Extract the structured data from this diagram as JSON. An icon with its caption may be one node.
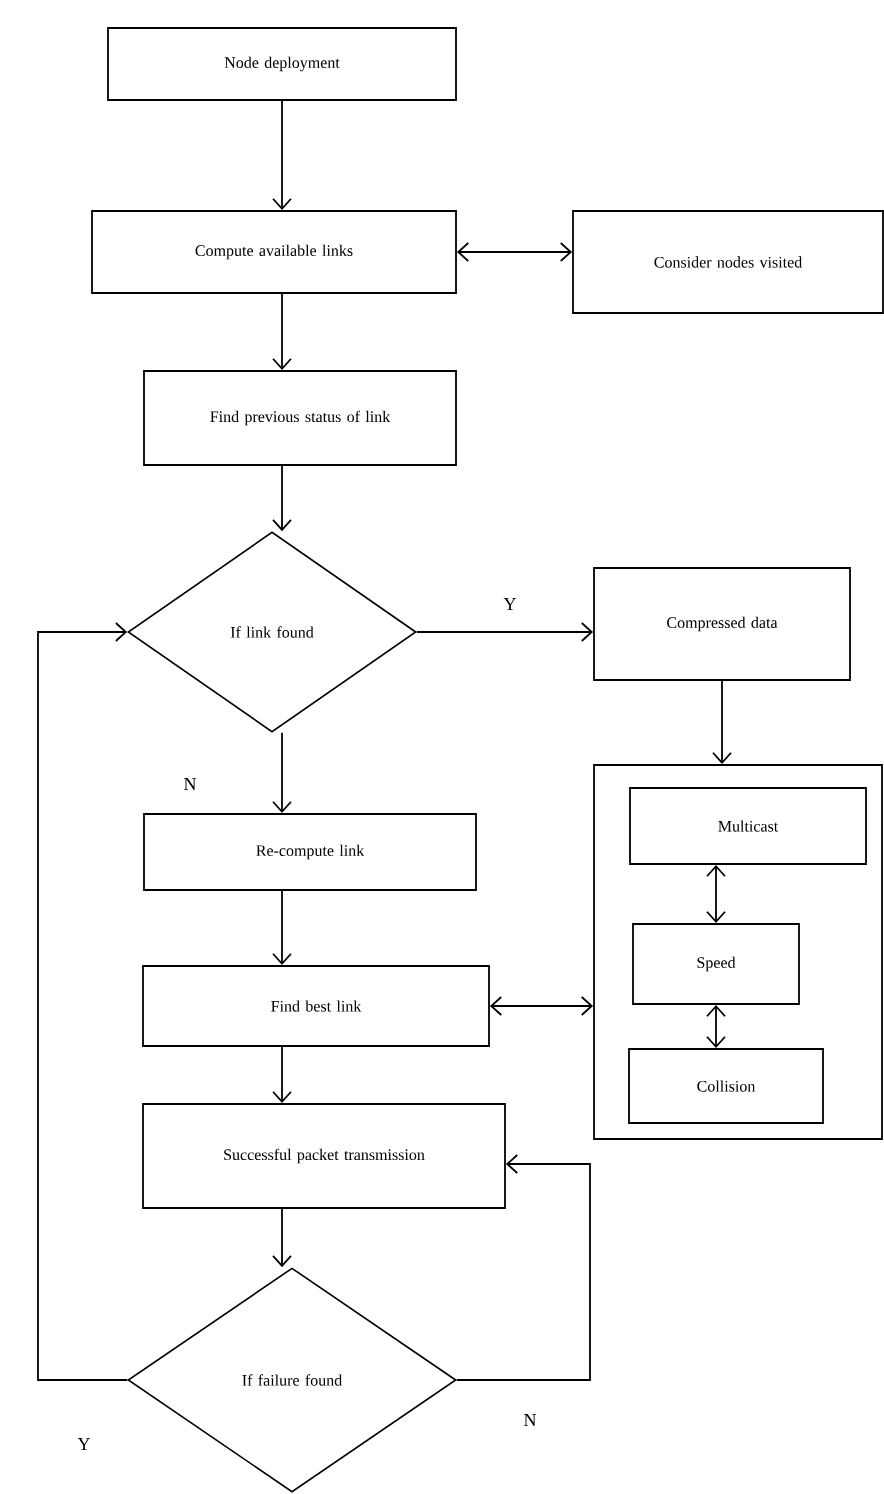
{
  "diagram": {
    "nodes": [
      {
        "text": [
          "Node deployment"
        ]
      },
      {
        "text": [
          "Compute available links"
        ]
      },
      {
        "text": [
          "Consider nodes visited"
        ]
      },
      {
        "text": [
          "Find previous status of link"
        ]
      },
      {
        "text": [
          "If link found"
        ]
      },
      {
        "text": [
          "Compressed data"
        ]
      },
      {
        "text": [],
        "shape": "box"
      },
      {
        "text": [
          "Multicast"
        ],
        "in": 6
      },
      {
        "text": [
          "Speed"
        ],
        "in": 6
      },
      {
        "text": [
          "Collision"
        ],
        "in": 6
      },
      {
        "text": [
          "Re-compute link"
        ]
      },
      {
        "text": [
          "Find best link"
        ]
      },
      {
        "text": [
          "Successful packet transmission"
        ]
      },
      {
        "text": [
          "If failure found"
        ]
      }
    ],
    "edges": [
      {
        "from": 0,
        "to": 1,
        "arrow": "to"
      },
      {
        "from": 1,
        "to": 2,
        "arrow": "both"
      },
      {
        "from": 1,
        "to": 3,
        "arrow": "to"
      },
      {
        "from": 3,
        "to": 4,
        "arrow": "to"
      },
      {
        "from": 4,
        "to": 5,
        "arrow": "to",
        "label": "Y"
      },
      {
        "from": 4,
        "to": 10,
        "arrow": "to",
        "label": "N"
      },
      {
        "from": 5,
        "to": 6,
        "arrow": "to"
      },
      {
        "from": 7,
        "to": 8,
        "arrow": "both"
      },
      {
        "from": 8,
        "to": 9,
        "arrow": "both"
      },
      {
        "from": 11,
        "to": 6,
        "arrow": "both"
      },
      {
        "from": 10,
        "to": 11,
        "arrow": "to"
      },
      {
        "from": 11,
        "to": 12,
        "arrow": "to"
      },
      {
        "from": 12,
        "to": 13,
        "arrow": "to"
      },
      {
        "from": 13,
        "to": 4,
        "arrow": "to",
        "label": "Y"
      },
      {
        "from": 13,
        "to": 12,
        "arrow": "to",
        "label": "N"
      }
    ]
  }
}
